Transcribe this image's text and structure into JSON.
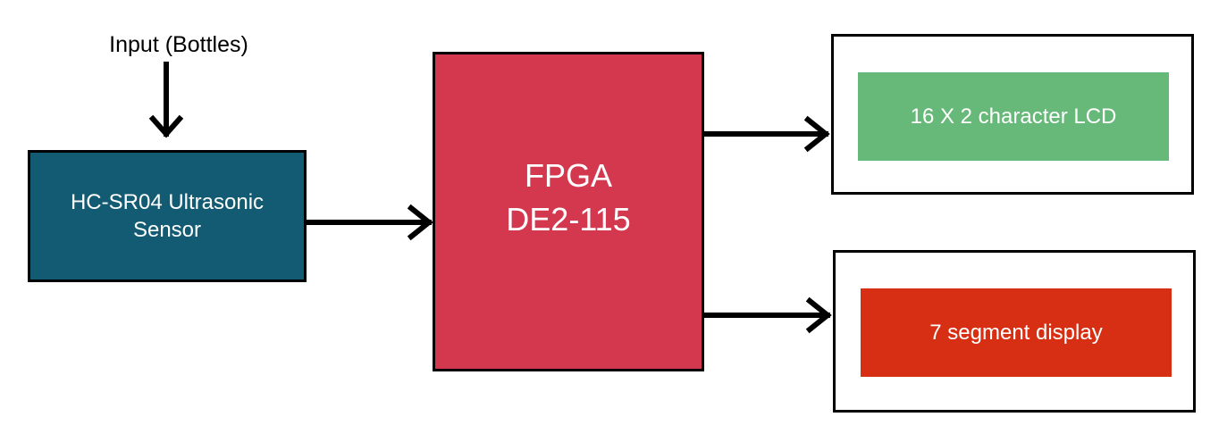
{
  "input": {
    "label": "Input (Bottles)"
  },
  "sensor": {
    "line1": "HC-SR04 Ultrasonic",
    "line2": "Sensor",
    "color": "#135b73"
  },
  "fpga": {
    "line1": "FPGA",
    "line2": "DE2-115",
    "color": "#d4384f"
  },
  "lcd": {
    "label": "16 X 2 character LCD",
    "color": "#67b979"
  },
  "segment": {
    "label": "7 segment display",
    "color": "#d72f13"
  }
}
